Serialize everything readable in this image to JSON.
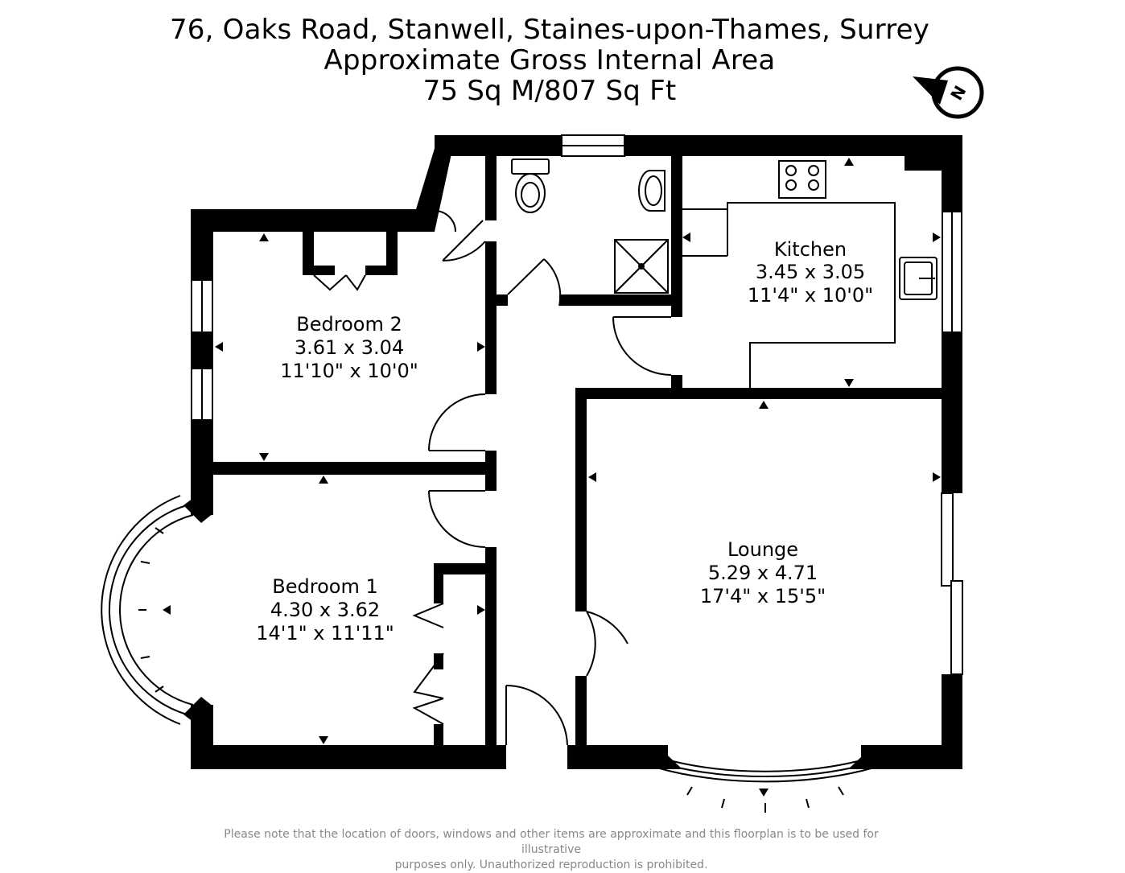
{
  "header": {
    "address": "76, Oaks Road, Stanwell, Staines-upon-Thames, Surrey",
    "area_title": "Approximate Gross Internal Area",
    "area_value": "75 Sq M/807 Sq Ft"
  },
  "compass": {
    "letter": "N"
  },
  "rooms": {
    "kitchen": {
      "name": "Kitchen",
      "metric": "3.45 x 3.05",
      "imperial": "11'4\" x 10'0\""
    },
    "bedroom2": {
      "name": "Bedroom 2",
      "metric": "3.61 x 3.04",
      "imperial": "11'10\" x 10'0\""
    },
    "bedroom1": {
      "name": "Bedroom 1",
      "metric": "4.30 x 3.62",
      "imperial": "14'1\" x 11'11\""
    },
    "lounge": {
      "name": "Lounge",
      "metric": "5.29 x 4.71",
      "imperial": "17'4\" x 15'5\""
    }
  },
  "footer": {
    "line1": "Please note that the location of doors, windows and other items are approximate and this floorplan is to be used for illustrative",
    "line2": "purposes only. Unauthorized reproduction is prohibited."
  }
}
